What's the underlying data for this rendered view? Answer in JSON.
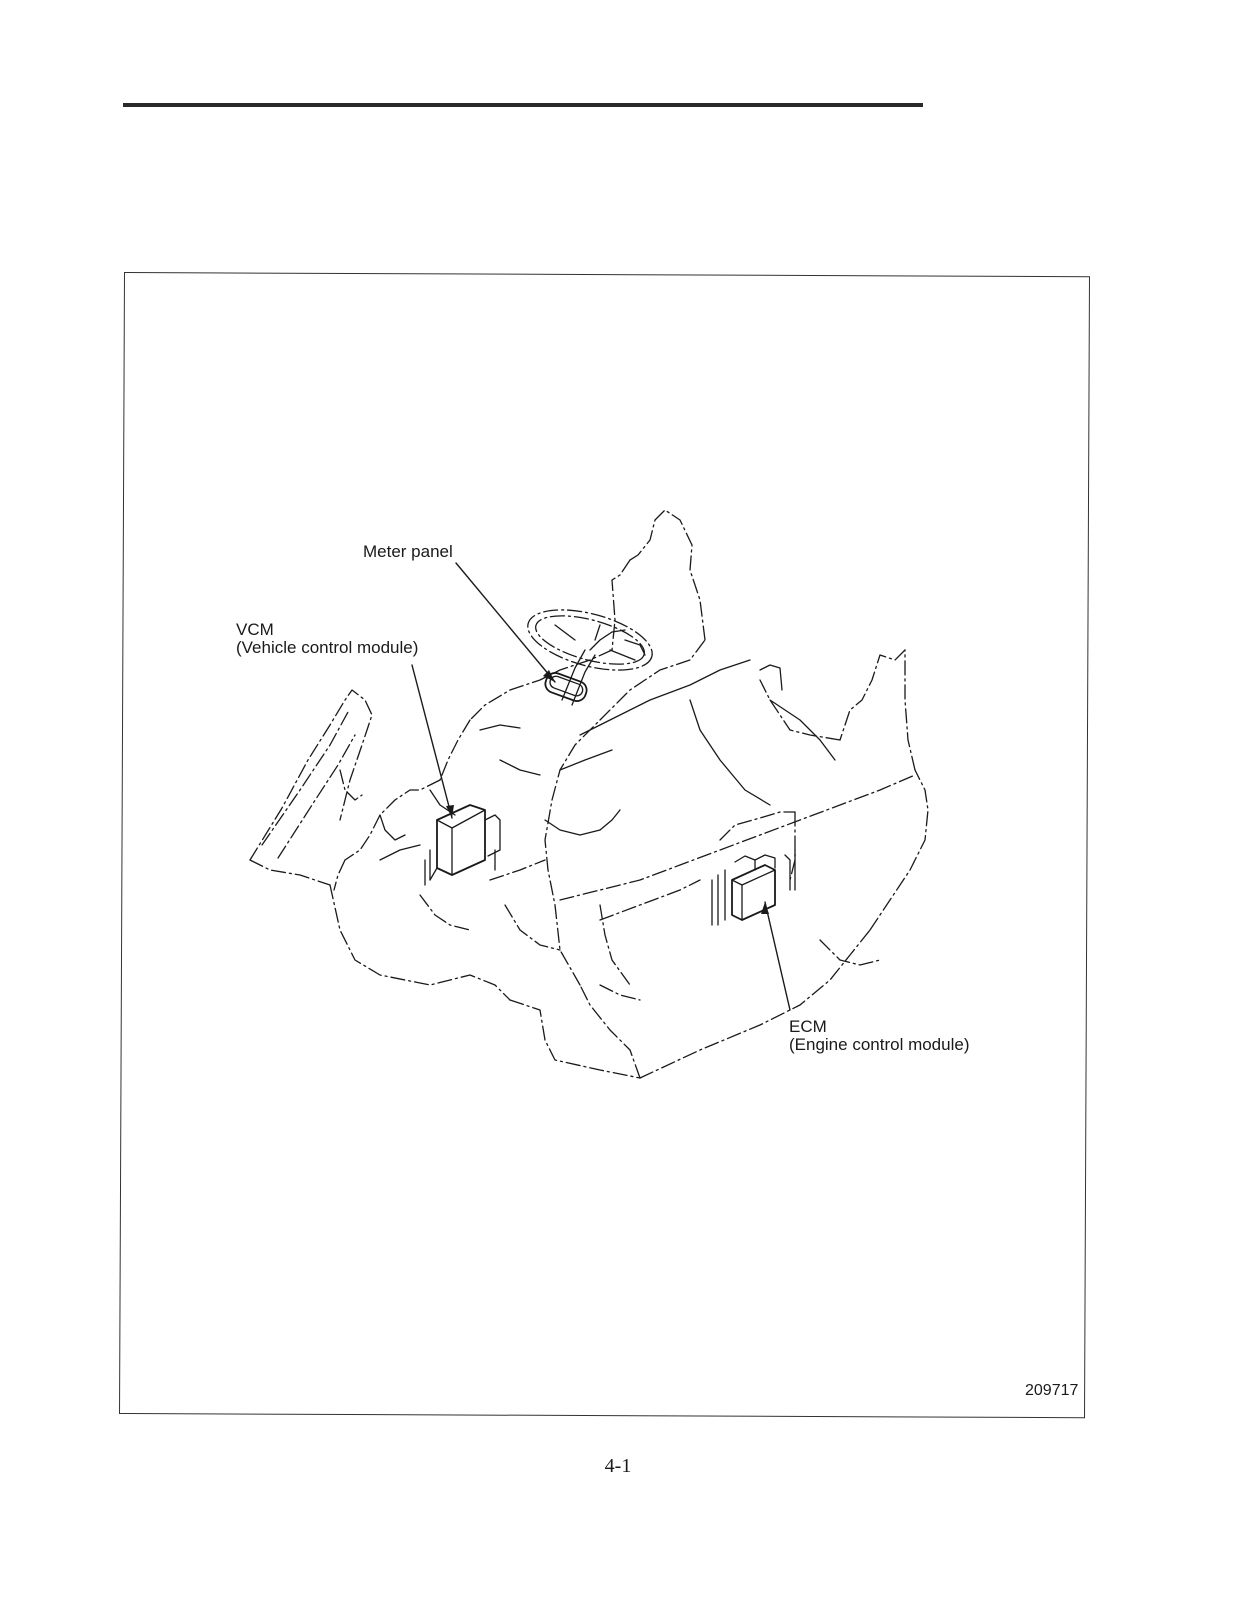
{
  "labels": {
    "meter_panel": "Meter panel",
    "vcm_abbrev": "VCM",
    "vcm_full": "(Vehicle control module)",
    "ecm_abbrev": "ECM",
    "ecm_full": "(Engine control module)"
  },
  "figure_number": "209717",
  "page_number": "4-1",
  "colors": {
    "ink": "#1a1a1a",
    "rule": "#2a2a2a",
    "frame": "#333333"
  }
}
